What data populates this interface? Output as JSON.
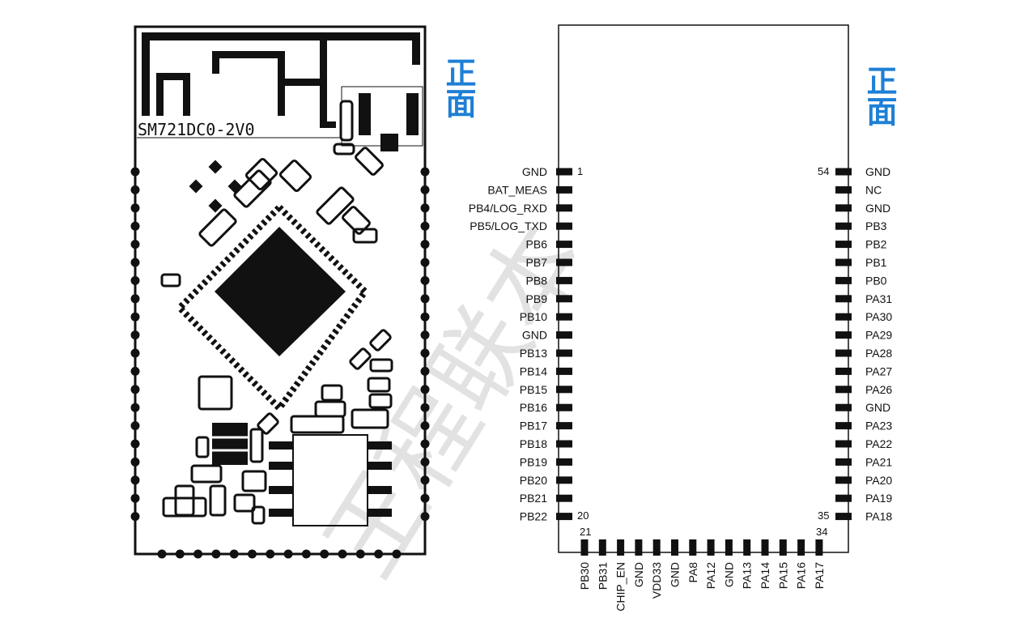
{
  "board": {
    "silkscreen": "SM721DC0-2V0",
    "side_left": "正面",
    "side_right": "正面"
  },
  "watermark": "王程联本",
  "pinout": {
    "left": [
      "GND",
      "BAT_MEAS",
      "PB4/LOG_RXD",
      "PB5/LOG_TXD",
      "PB6",
      "PB7",
      "PB8",
      "PB9",
      "PB10",
      "GND",
      "PB13",
      "PB14",
      "PB15",
      "PB16",
      "PB17",
      "PB18",
      "PB19",
      "PB20",
      "PB21",
      "PB22"
    ],
    "right": [
      "GND",
      "NC",
      "GND",
      "PB3",
      "PB2",
      "PB1",
      "PB0",
      "PA31",
      "PA30",
      "PA29",
      "PA28",
      "PA27",
      "PA26",
      "GND",
      "PA23",
      "PA22",
      "PA21",
      "PA20",
      "PA19",
      "PA18"
    ],
    "bottom": [
      "PB30",
      "PB31",
      "CHIP_EN",
      "GND",
      "VDD33",
      "GND",
      "PA8",
      "PA12",
      "GND",
      "PA13",
      "PA14",
      "PA15",
      "PA16",
      "PA17"
    ],
    "numbers": {
      "left_first": "1",
      "left_last": "20",
      "bottom_first": "21",
      "bottom_last": "34",
      "right_last": "35",
      "right_first": "54"
    }
  },
  "colors": {
    "ink": "#111111",
    "accent": "#1e7fd6",
    "watermark": "#cccccc"
  }
}
